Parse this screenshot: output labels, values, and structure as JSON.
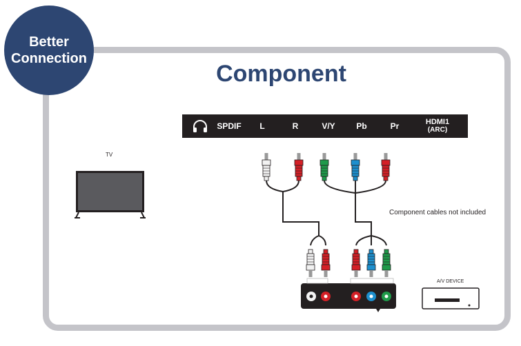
{
  "badge": {
    "line1": "Better",
    "line2": "Connection"
  },
  "title": "Component",
  "ports": {
    "spdif": "SPDIF",
    "l": "L",
    "r": "R",
    "vy": "V/Y",
    "pb": "Pb",
    "pr": "Pr",
    "hdmi": "HDMI1",
    "arc": "(ARC)",
    "headphone_icon": "headphone-icon"
  },
  "tv_label": "TV",
  "device_label": "A/V DEVICE",
  "note": "Component cables not included",
  "colors": {
    "navy": "#2d4672",
    "frame": "#c4c4c9",
    "white_plug": "#f2f2f2",
    "red_plug": "#d42027",
    "green_plug": "#1f9a4a",
    "blue_plug": "#1d8fce",
    "bar": "#231f20"
  }
}
